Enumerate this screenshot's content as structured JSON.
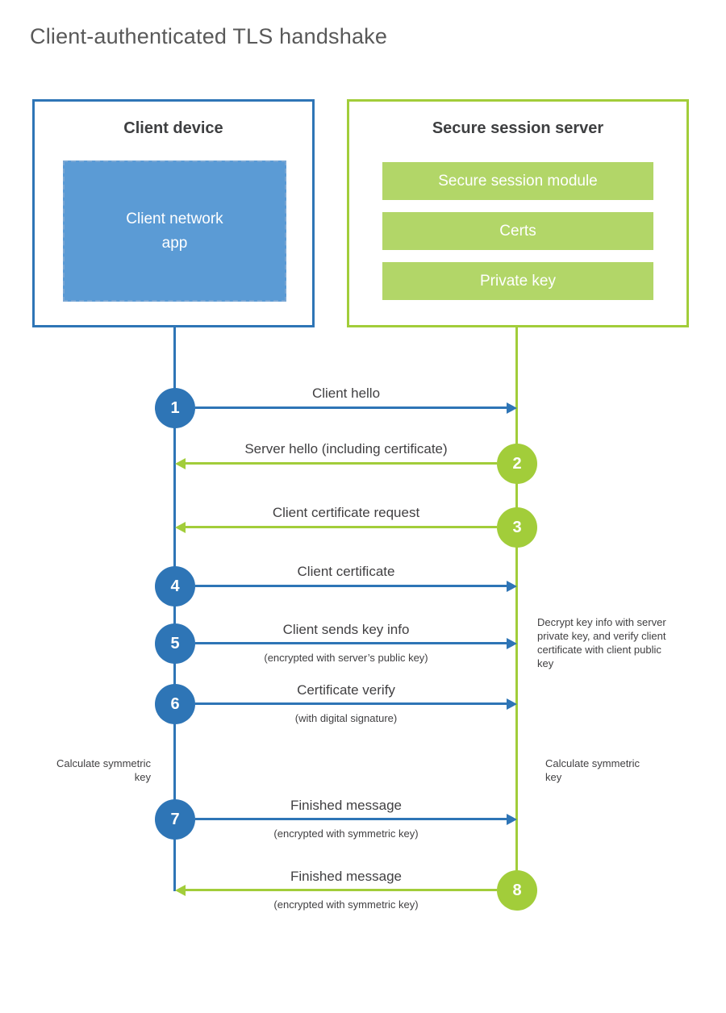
{
  "title": "Client-authenticated TLS handshake",
  "client": {
    "title": "Client device",
    "app": "Client network app"
  },
  "server": {
    "title": "Secure session server",
    "modules": [
      "Secure session module",
      "Certs",
      "Private key"
    ]
  },
  "steps": [
    {
      "num": "1",
      "direction": "right",
      "label": "Client hello",
      "sub": ""
    },
    {
      "num": "2",
      "direction": "left",
      "label": "Server hello (including certificate)",
      "sub": ""
    },
    {
      "num": "3",
      "direction": "left",
      "label": "Client certificate request",
      "sub": ""
    },
    {
      "num": "4",
      "direction": "right",
      "label": "Client certificate",
      "sub": ""
    },
    {
      "num": "5",
      "direction": "right",
      "label": "Client sends key info",
      "sub": "(encrypted with server’s public key)"
    },
    {
      "num": "6",
      "direction": "right",
      "label": "Certificate verify",
      "sub": "(with digital signature)"
    },
    {
      "num": "7",
      "direction": "right",
      "label": "Finished message",
      "sub": "(encrypted with symmetric key)"
    },
    {
      "num": "8",
      "direction": "left",
      "label": "Finished message",
      "sub": "(encrypted with symmetric key)"
    }
  ],
  "annotations": {
    "decrypt_note": "Decrypt key info with server private key, and verify client certificate with client public key",
    "calculate_left": "Calculate symmetric key",
    "calculate_right": "Calculate symmetric key"
  },
  "colors": {
    "blue": "#2e75b6",
    "blue_fill": "#5b9bd5",
    "green": "#a2cd3a",
    "green_fill": "#b2d668",
    "text_dark": "#414042",
    "title_gray": "#595959"
  }
}
